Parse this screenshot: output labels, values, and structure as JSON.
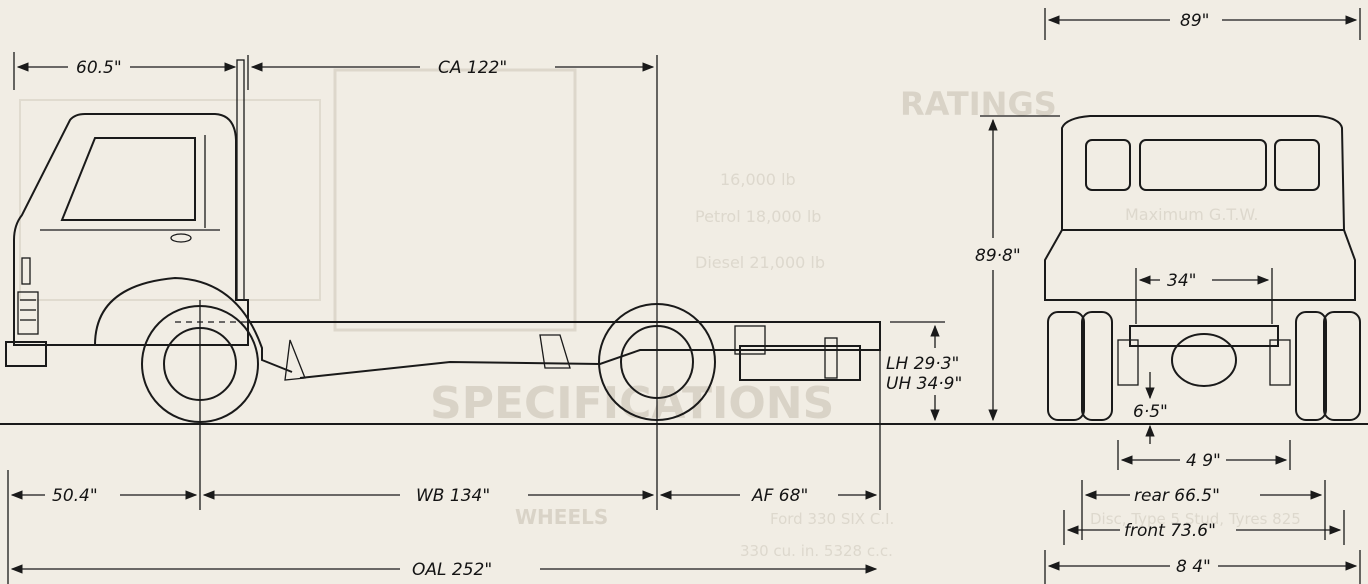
{
  "background": {
    "ratings_title": "RATINGS",
    "specs_title": "SPECIFICATIONS",
    "wheels_title": "WHEELS",
    "ratings_rows": [
      {
        "label": "Petrol 18,000 lb",
        "value": "16,000 lb"
      },
      {
        "label": "Diesel 21,000 lb",
        "value": "Maximum G.T.W."
      }
    ],
    "spec_lines": [
      "Ford 330 SIX C.I.",
      "330 cu. in. 5328 c.c.",
      "Disc, Type 5 Stud, Tyres 825"
    ]
  },
  "side_view": {
    "front_overhang": "60.5\"",
    "cab_to_axle": "CA 122\"",
    "front_axle_to_front": "50.4\"",
    "wheelbase": "WB 134\"",
    "after_frame": "AF 68\"",
    "overall_length": "OAL 252\"",
    "laden_height": "LH 29·3\"",
    "unladen_height": "UH 34·9\""
  },
  "front_view": {
    "overall_width": "89\"",
    "overall_height": "89·8\"",
    "frame_width": "34\"",
    "ground_clearance": "6·5\"",
    "spring_centres": "4 9\"",
    "rear_track": "rear 66.5\"",
    "front_track": "front 73.6\"",
    "rear_width": "8 4\""
  }
}
